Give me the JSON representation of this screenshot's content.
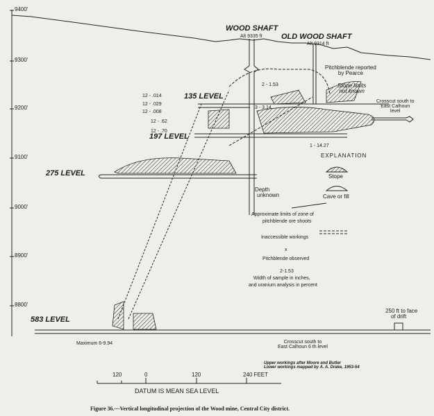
{
  "axis": {
    "elevations": [
      "9400'",
      "9300'",
      "9200'",
      "9100'",
      "9000'",
      "8900'",
      "8800'"
    ]
  },
  "shafts": {
    "wood": {
      "name": "WOOD SHAFT",
      "alt": "Alt 9335 ft"
    },
    "old_wood": {
      "name": "OLD WOOD SHAFT",
      "alt": "Alt 9314 ft"
    }
  },
  "levels": [
    "135 LEVEL",
    "197 LEVEL",
    "275 LEVEL",
    "583 LEVEL"
  ],
  "samples": [
    "12 - .014",
    "12 - .029",
    "12 - .008",
    "12 - .62",
    "12 - .70",
    "2 - 1.53",
    "3 - 3.14",
    "1 - 14.27"
  ],
  "notes": {
    "pearce": [
      "Pitchblende reported",
      "by Pearce"
    ],
    "stope_limits": [
      "Stope limits",
      "not known"
    ],
    "crosscut_upper": [
      "Crosscut south to",
      "East Calhoun",
      "level"
    ],
    "depth": [
      "Depth",
      "unknown"
    ],
    "maximum": "Maximum  6-9.94",
    "face": [
      "250 ft to face",
      "of drift"
    ],
    "crosscut_lower": [
      "Crosscut south to",
      "East Calhoun  6 th level"
    ],
    "credits": [
      "Upper workings after Moore and Butler",
      "Lower workings mapped by A. A. Drake, 1953-54"
    ]
  },
  "explanation": {
    "title": "EXPLANATION",
    "items": [
      "Stope",
      "Cave or fill",
      "Approximate limits of zone of",
      "pitchblende ore shoots",
      "Inaccessible workings",
      "x",
      "Pitchblende observed",
      "2-1.53",
      "Width of sample in inches,",
      "and uranium analysis in percent"
    ]
  },
  "scale": {
    "ticks": [
      "120",
      "0",
      "120",
      "240 FEET"
    ],
    "datum": "DATUM IS MEAN SEA LEVEL"
  },
  "caption": "Figure 36.—Vertical longitudinal projection of the Wood mine, Central City district."
}
